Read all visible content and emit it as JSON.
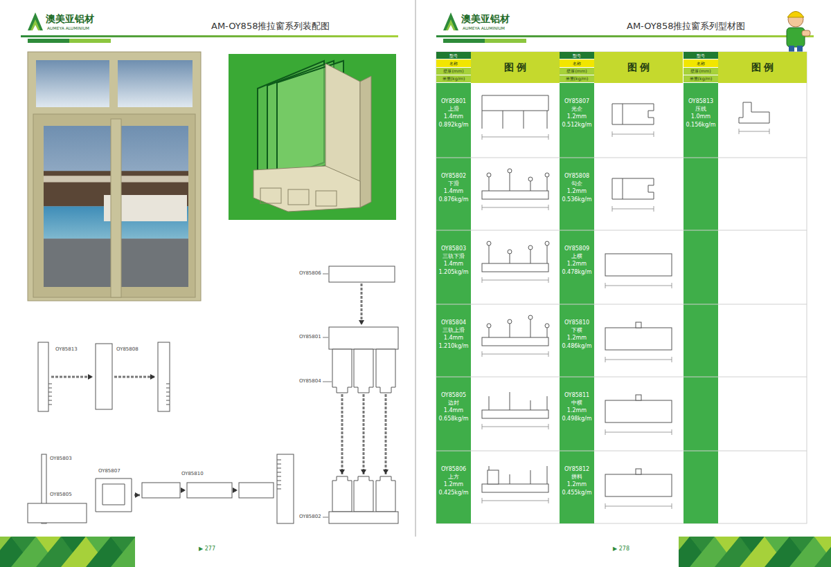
{
  "diagram": {
    "nodes": [
      {
        "text": [
          "型号",
          "名称",
          "壁厚(mm)",
          "米重(kg/m)"
        ]
      },
      {
        "text": [
          "图 例"
        ]
      },
      {
        "text": [
          "型号",
          "名称",
          "壁厚(mm)",
          "米重(kg/m)"
        ]
      },
      {
        "text": [
          "图 例"
        ]
      },
      {
        "text": [
          "型号",
          "名称",
          "壁厚(mm)",
          "米重(kg/m)"
        ]
      },
      {
        "text": [
          "图 例"
        ]
      },
      {
        "text": [
          "OY85801",
          "上滑",
          "1.4mm",
          "0.892kg/m"
        ]
      },
      {
        "text": [
          "OY85802",
          "下滑",
          "1.4mm",
          "0.876kg/m"
        ]
      },
      {
        "text": [
          "OY85803",
          "三轨下滑",
          "1.4mm",
          "1.205kg/m"
        ]
      },
      {
        "text": [
          "OY85804",
          "三轨上滑",
          "1.4mm",
          "1.210kg/m"
        ]
      },
      {
        "text": [
          "OY85805",
          "边封",
          "1.4mm",
          "0.658kg/m"
        ]
      },
      {
        "text": [
          "OY85806",
          "上方",
          "1.2mm",
          "0.425kg/m"
        ]
      },
      {
        "text": [
          "OY85807",
          "光企",
          "1.2mm",
          "0.512kg/m"
        ]
      },
      {
        "text": [
          "OY85808",
          "勾企",
          "1.2mm",
          "0.536kg/m"
        ]
      },
      {
        "text": [
          "OY85809",
          "上横",
          "1.2mm",
          "0.478kg/m"
        ]
      },
      {
        "text": [
          "OY85810",
          "下横",
          "1.2mm",
          "0.486kg/m"
        ]
      },
      {
        "text": [
          "OY85811",
          "中横",
          "1.2mm",
          "0.498kg/m"
        ]
      },
      {
        "text": [
          "OY85812",
          "拼料",
          "1.2mm",
          "0.455kg/m"
        ]
      },
      {
        "text": [
          "OY85813",
          "压线",
          "1.0mm",
          "0.156kg/m"
        ]
      }
    ],
    "labels": [
      "澳美亚铝材",
      "AUMEYA ALUMINIUM",
      "AM-OY858推拉窗系列装配图",
      "澳美亚铝材",
      "AUMEYA ALUMINIUM",
      "AM-OY858推拉窗系列型材图",
      "OY85813",
      "OY85808",
      "OY85806",
      "OY85801",
      "OY85804",
      "OY85802",
      "OY85803",
      "OY85805",
      "OY85807",
      "OY85810",
      "▶ 277",
      "▶ 278"
    ]
  }
}
